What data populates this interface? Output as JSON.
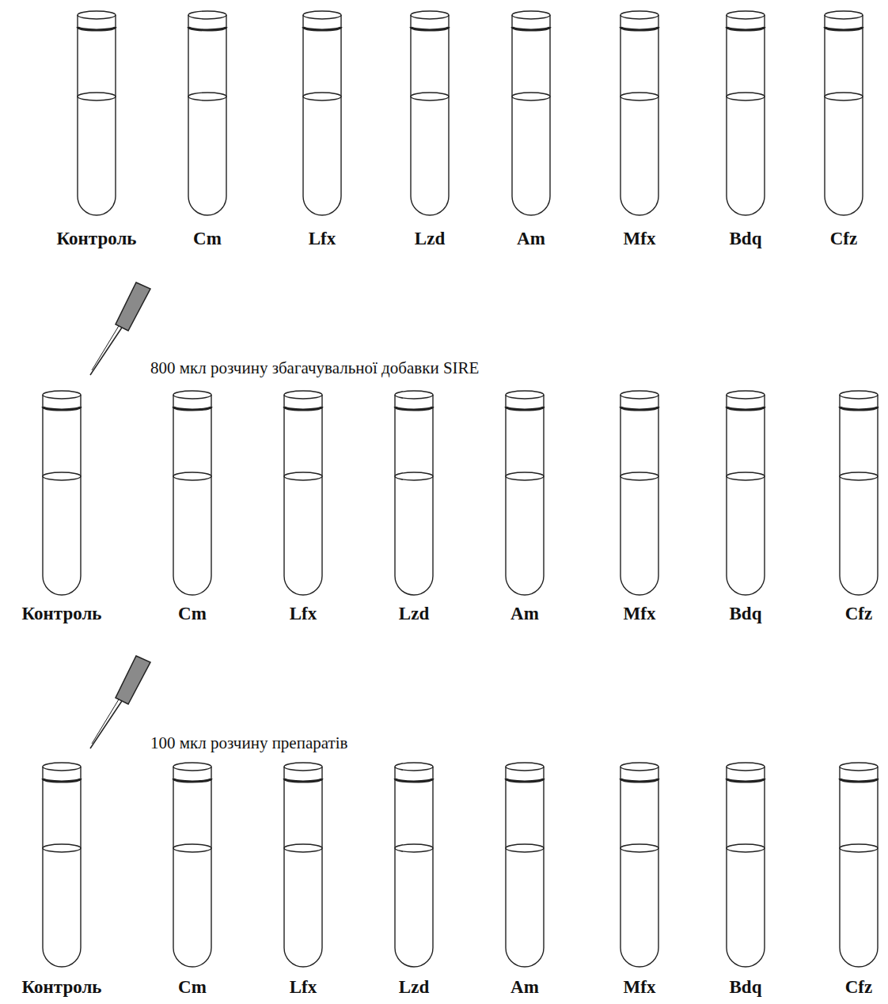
{
  "diagram": {
    "labels": [
      "Контроль",
      "Cm",
      "Lfx",
      "Lzd",
      "Am",
      "Mfx",
      "Bdq",
      "Cfz",
      "800 мкл розчину збагачувальної добавки SIRE",
      "Контроль",
      "Cm",
      "Lfx",
      "Lzd",
      "Am",
      "Mfx",
      "Bdq",
      "Cfz",
      "100 мкл розчину препаратів",
      "Контроль",
      "Cm",
      "Lfx",
      "Lzd",
      "Am",
      "Mfx",
      "Bdq",
      "Cfz"
    ]
  }
}
